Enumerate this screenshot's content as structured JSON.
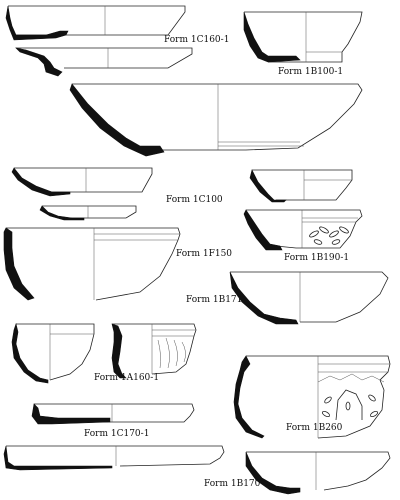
{
  "labels": {
    "form_1c160_1": "Form 1C160-1",
    "form_1b100_1": "Form 1B100-1",
    "form_1c100": "Form 1C100",
    "form_1f150": "Form 1F150",
    "form_1b190_1": "Form 1B190-1",
    "form_1b171": "Form 1B171",
    "form_1a160_1": "Form 1A160-1",
    "form_1c170_1": "Form 1C170-1",
    "form_1b260": "Form 1B260",
    "form_1b170": "Form 1B170"
  }
}
